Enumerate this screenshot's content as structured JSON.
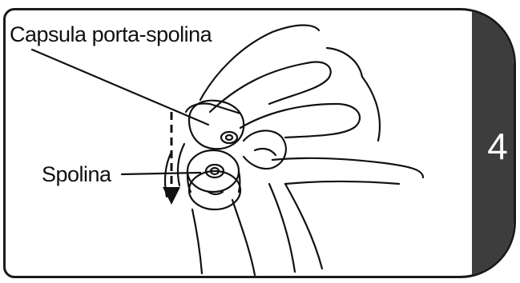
{
  "labels": {
    "bobbin_case": "Capsula porta-spolina",
    "bobbin": "Spolina"
  },
  "step": {
    "number": "4"
  },
  "colors": {
    "tab": "#3d3d3d",
    "line": "#111111",
    "background": "#ffffff"
  },
  "icons": {
    "arrow": "down-arrow-icon"
  }
}
